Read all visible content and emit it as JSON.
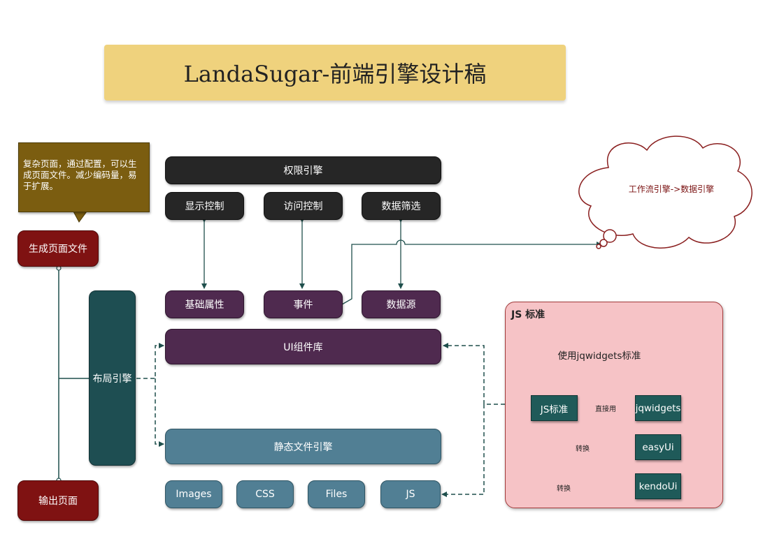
{
  "title": "LandaSugar-前端引擎设计稿",
  "callout": "复杂页面，通过配置，可以生成页面文件。减少编码量，易于扩展。",
  "cloud": "工作流引擎->数据引擎",
  "left": {
    "generate": "生成页面文件",
    "output": "输出页面",
    "layout": "布局引擎"
  },
  "permission": {
    "engine": "权限引擎",
    "display": "显示控制",
    "access": "访问控制",
    "filter": "数据筛选"
  },
  "ui": {
    "basic": "基础属性",
    "event": "事件",
    "datasource": "数据源",
    "library": "UI组件库"
  },
  "static": {
    "engine": "静态文件引擎",
    "items": [
      "Images",
      "CSS",
      "Files",
      "JS"
    ]
  },
  "js_panel": {
    "title": "JS 标准",
    "note": "使用jqwidgets标准",
    "standard": "JS标准",
    "jqwidgets": "jqwidgets",
    "easyui": "easyUi",
    "kendoui": "kendoUi",
    "direct": "直接用",
    "convert1": "转换",
    "convert2": "转换"
  }
}
